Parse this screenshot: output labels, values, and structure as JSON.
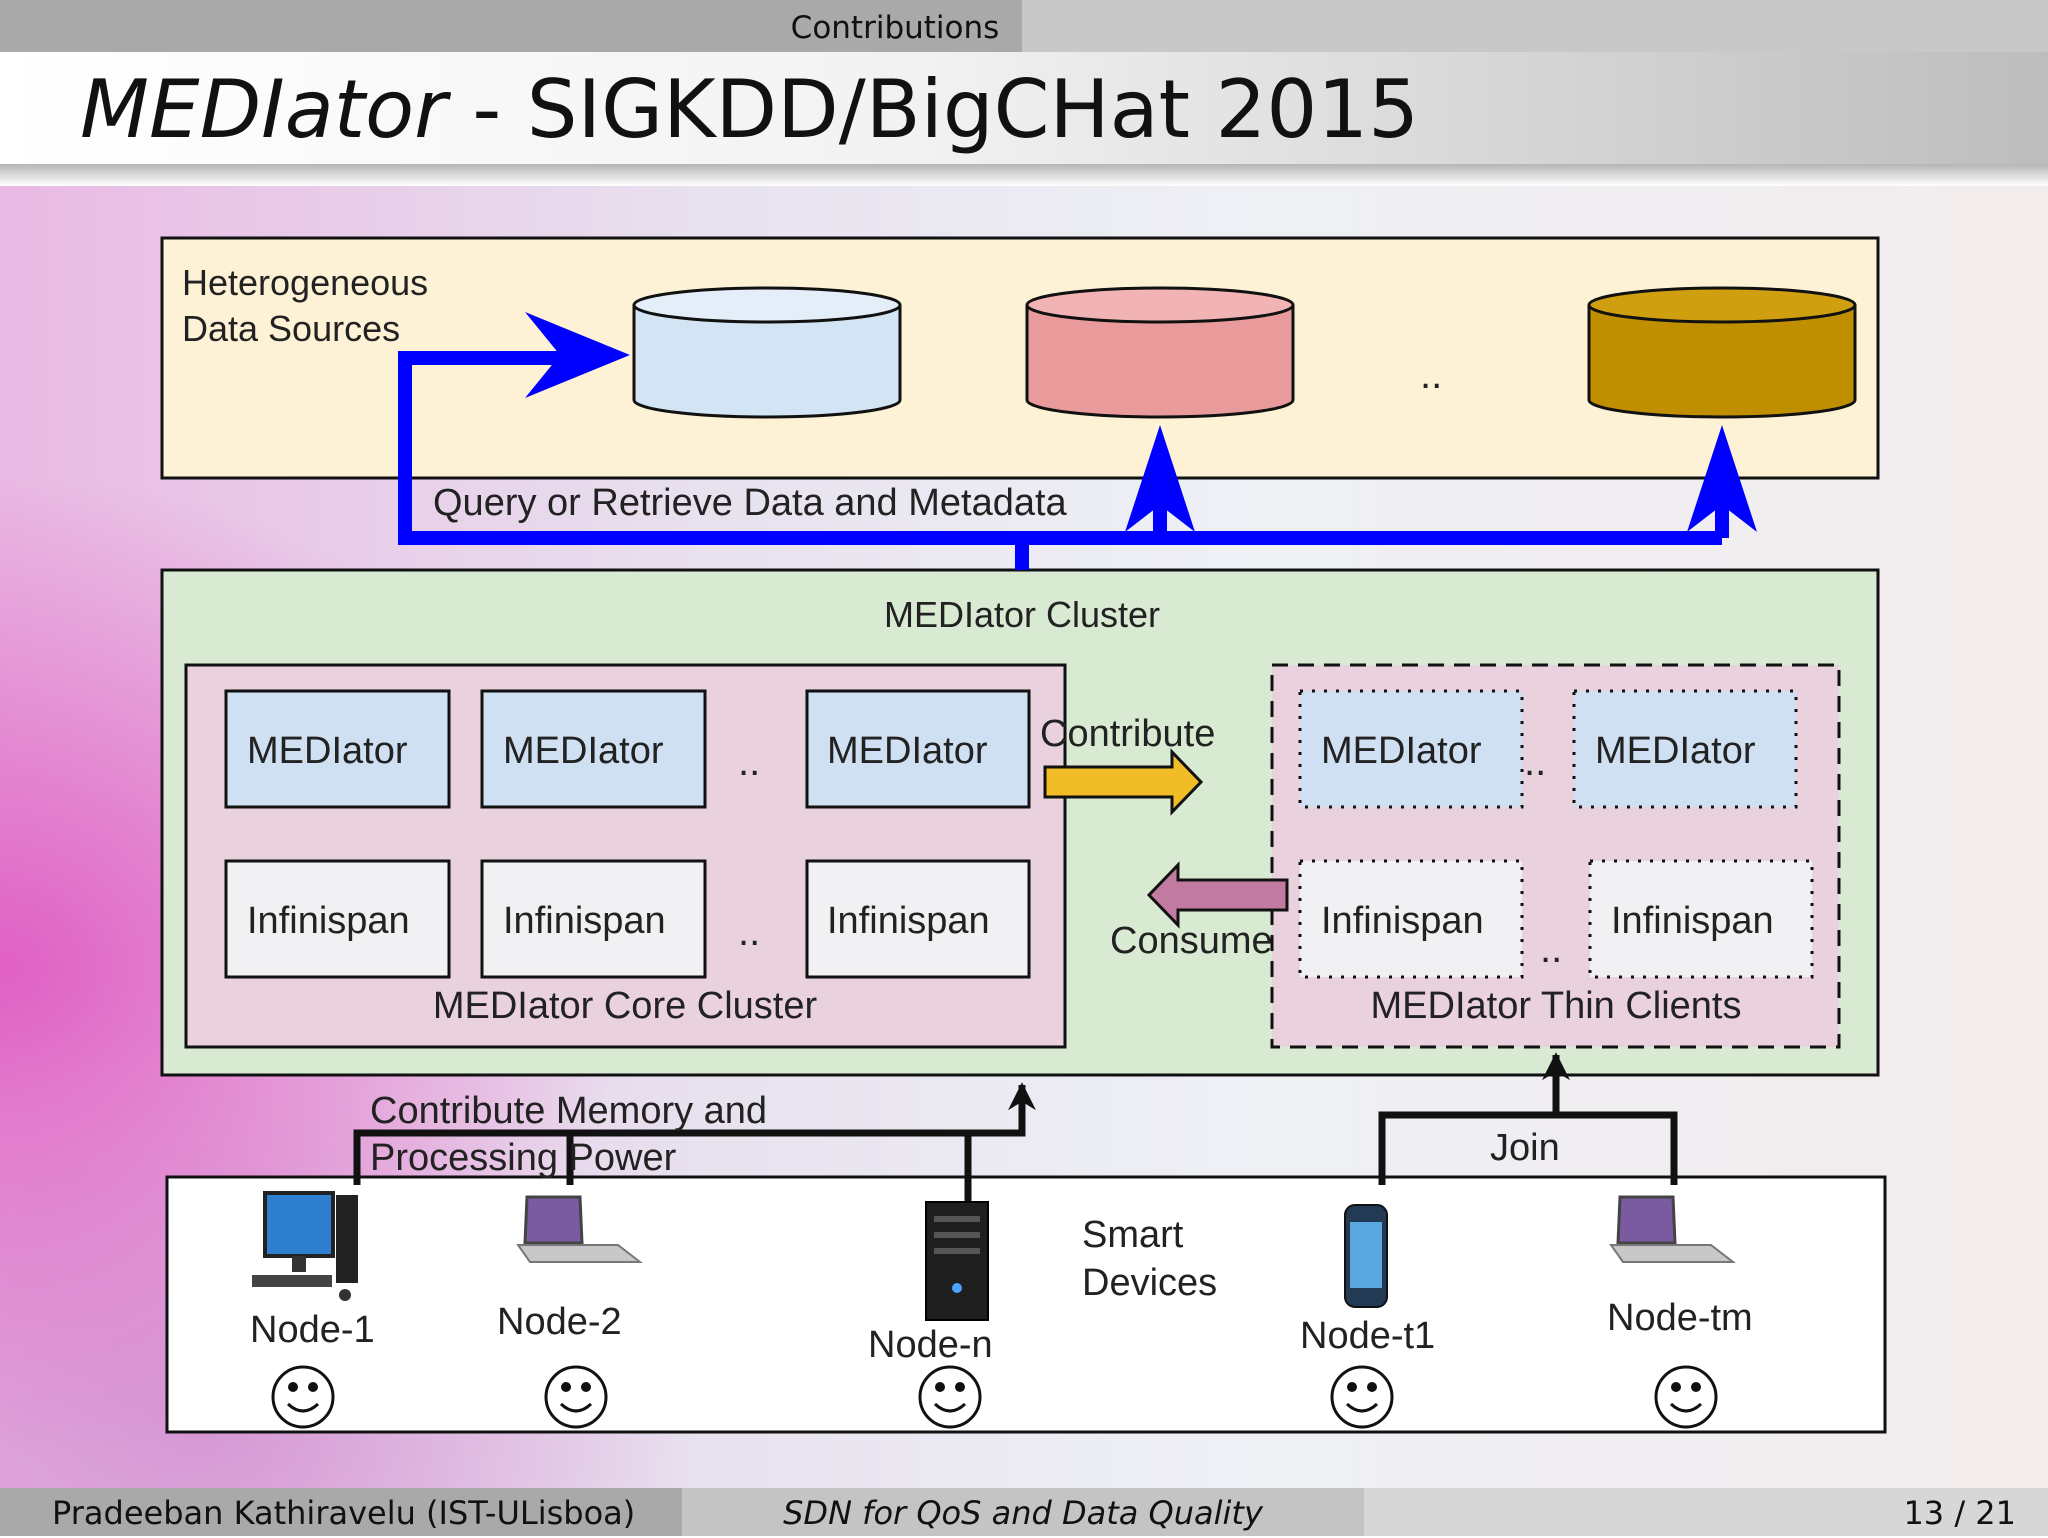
{
  "header": {
    "section": "Contributions"
  },
  "frame": {
    "title_italic": "MEDIator",
    "title_rest": " - SIGKDD/BigCHat 2015"
  },
  "diagram": {
    "sources_label_line1": "Heterogeneous",
    "sources_label_line2": "Data Sources",
    "sources_ellipsis": "..",
    "query_label": "Query or Retrieve Data and Metadata",
    "cluster_label": "MEDIator Cluster",
    "core_cluster_label": "MEDIator Core Cluster",
    "thin_clients_label": "MEDIator Thin Clients",
    "mediator_label": "MEDIator",
    "infinispan_label": "Infinispan",
    "ellipsis": "..",
    "contribute_label": "Contribute",
    "consume_label": "Consume",
    "contribute_memory_line1": "Contribute Memory and",
    "contribute_memory_line2": "Processing Power",
    "join_label": "Join",
    "smart_devices_line1": "Smart",
    "smart_devices_line2": "Devices",
    "nodes": [
      "Node-1",
      "Node-2",
      "Node-n",
      "Node-t1",
      "Node-tm"
    ],
    "colors": {
      "sources_bg": "#fdf2d6",
      "cluster_bg": "#d8ead2",
      "inner_bg": "#e9d1de",
      "mediator_box": "#cfe0f3",
      "db1": "#d3e4f4",
      "db2": "#e99b9b",
      "db3": "#bf8f00",
      "query_arrow": "#0000ff",
      "contribute_arrow": "#f0bd27",
      "consume_arrow": "#c27ba0"
    }
  },
  "footer": {
    "author": "Pradeeban Kathiravelu  (IST-ULisboa)",
    "talk": "SDN for QoS and Data Quality",
    "page": "13 / 21"
  }
}
